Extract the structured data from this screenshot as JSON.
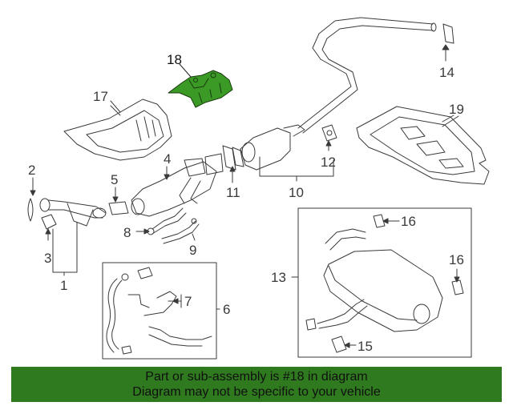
{
  "diagram": {
    "callouts": {
      "c1": "1",
      "c2": "2",
      "c3": "3",
      "c4": "4",
      "c5": "5",
      "c6": "6",
      "c7": "7",
      "c8": "8",
      "c9": "9",
      "c10": "10",
      "c11": "11",
      "c12": "12",
      "c13": "13",
      "c14": "14",
      "c15": "15",
      "c16a": "16",
      "c16b": "16",
      "c17": "17",
      "c18": "18",
      "c19": "19"
    },
    "highlighted_part": "18",
    "colors": {
      "highlight": "#3a9a25",
      "line": "#3a3a3a",
      "banner": "#2f7a1f"
    }
  },
  "banner": {
    "line1": "Part or sub-assembly is #18 in diagram",
    "line2": "Diagram may not be specific to your vehicle"
  }
}
